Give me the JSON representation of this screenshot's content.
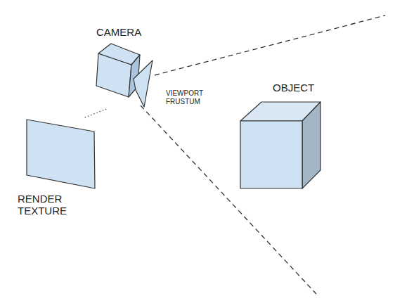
{
  "diagram": {
    "nodes": [
      {
        "text": [
          "CAMERA"
        ]
      },
      {
        "text": [
          "RENDER TEXTURE"
        ]
      },
      {
        "text": [
          "OBJECT"
        ]
      }
    ],
    "edges": [
      {
        "from": 0,
        "to": 1,
        "arrow": "none"
      }
    ],
    "labels": [
      "VIEWPORT FRUSTUM"
    ]
  }
}
